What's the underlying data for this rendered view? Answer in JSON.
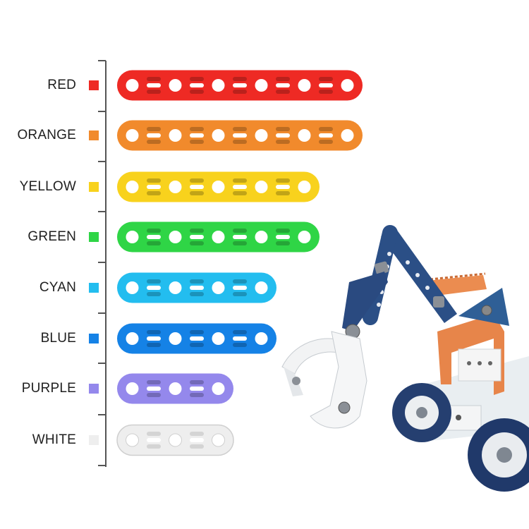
{
  "strips": [
    {
      "label": "RED",
      "color": "#ee2a24",
      "holes": 11
    },
    {
      "label": "ORANGE",
      "color": "#f18a2c",
      "holes": 11
    },
    {
      "label": "YELLOW",
      "color": "#f8d21d",
      "holes": 9
    },
    {
      "label": "GREEN",
      "color": "#2fd546",
      "holes": 9
    },
    {
      "label": "CYAN",
      "color": "#23bdef",
      "holes": 7
    },
    {
      "label": "BLUE",
      "color": "#1582e6",
      "holes": 7
    },
    {
      "label": "PURPLE",
      "color": "#9488ec",
      "holes": 5
    },
    {
      "label": "WHITE",
      "color": "#eeeeee",
      "holes": 5
    }
  ],
  "icons": {
    "toy": "toy-excavator-photo"
  }
}
